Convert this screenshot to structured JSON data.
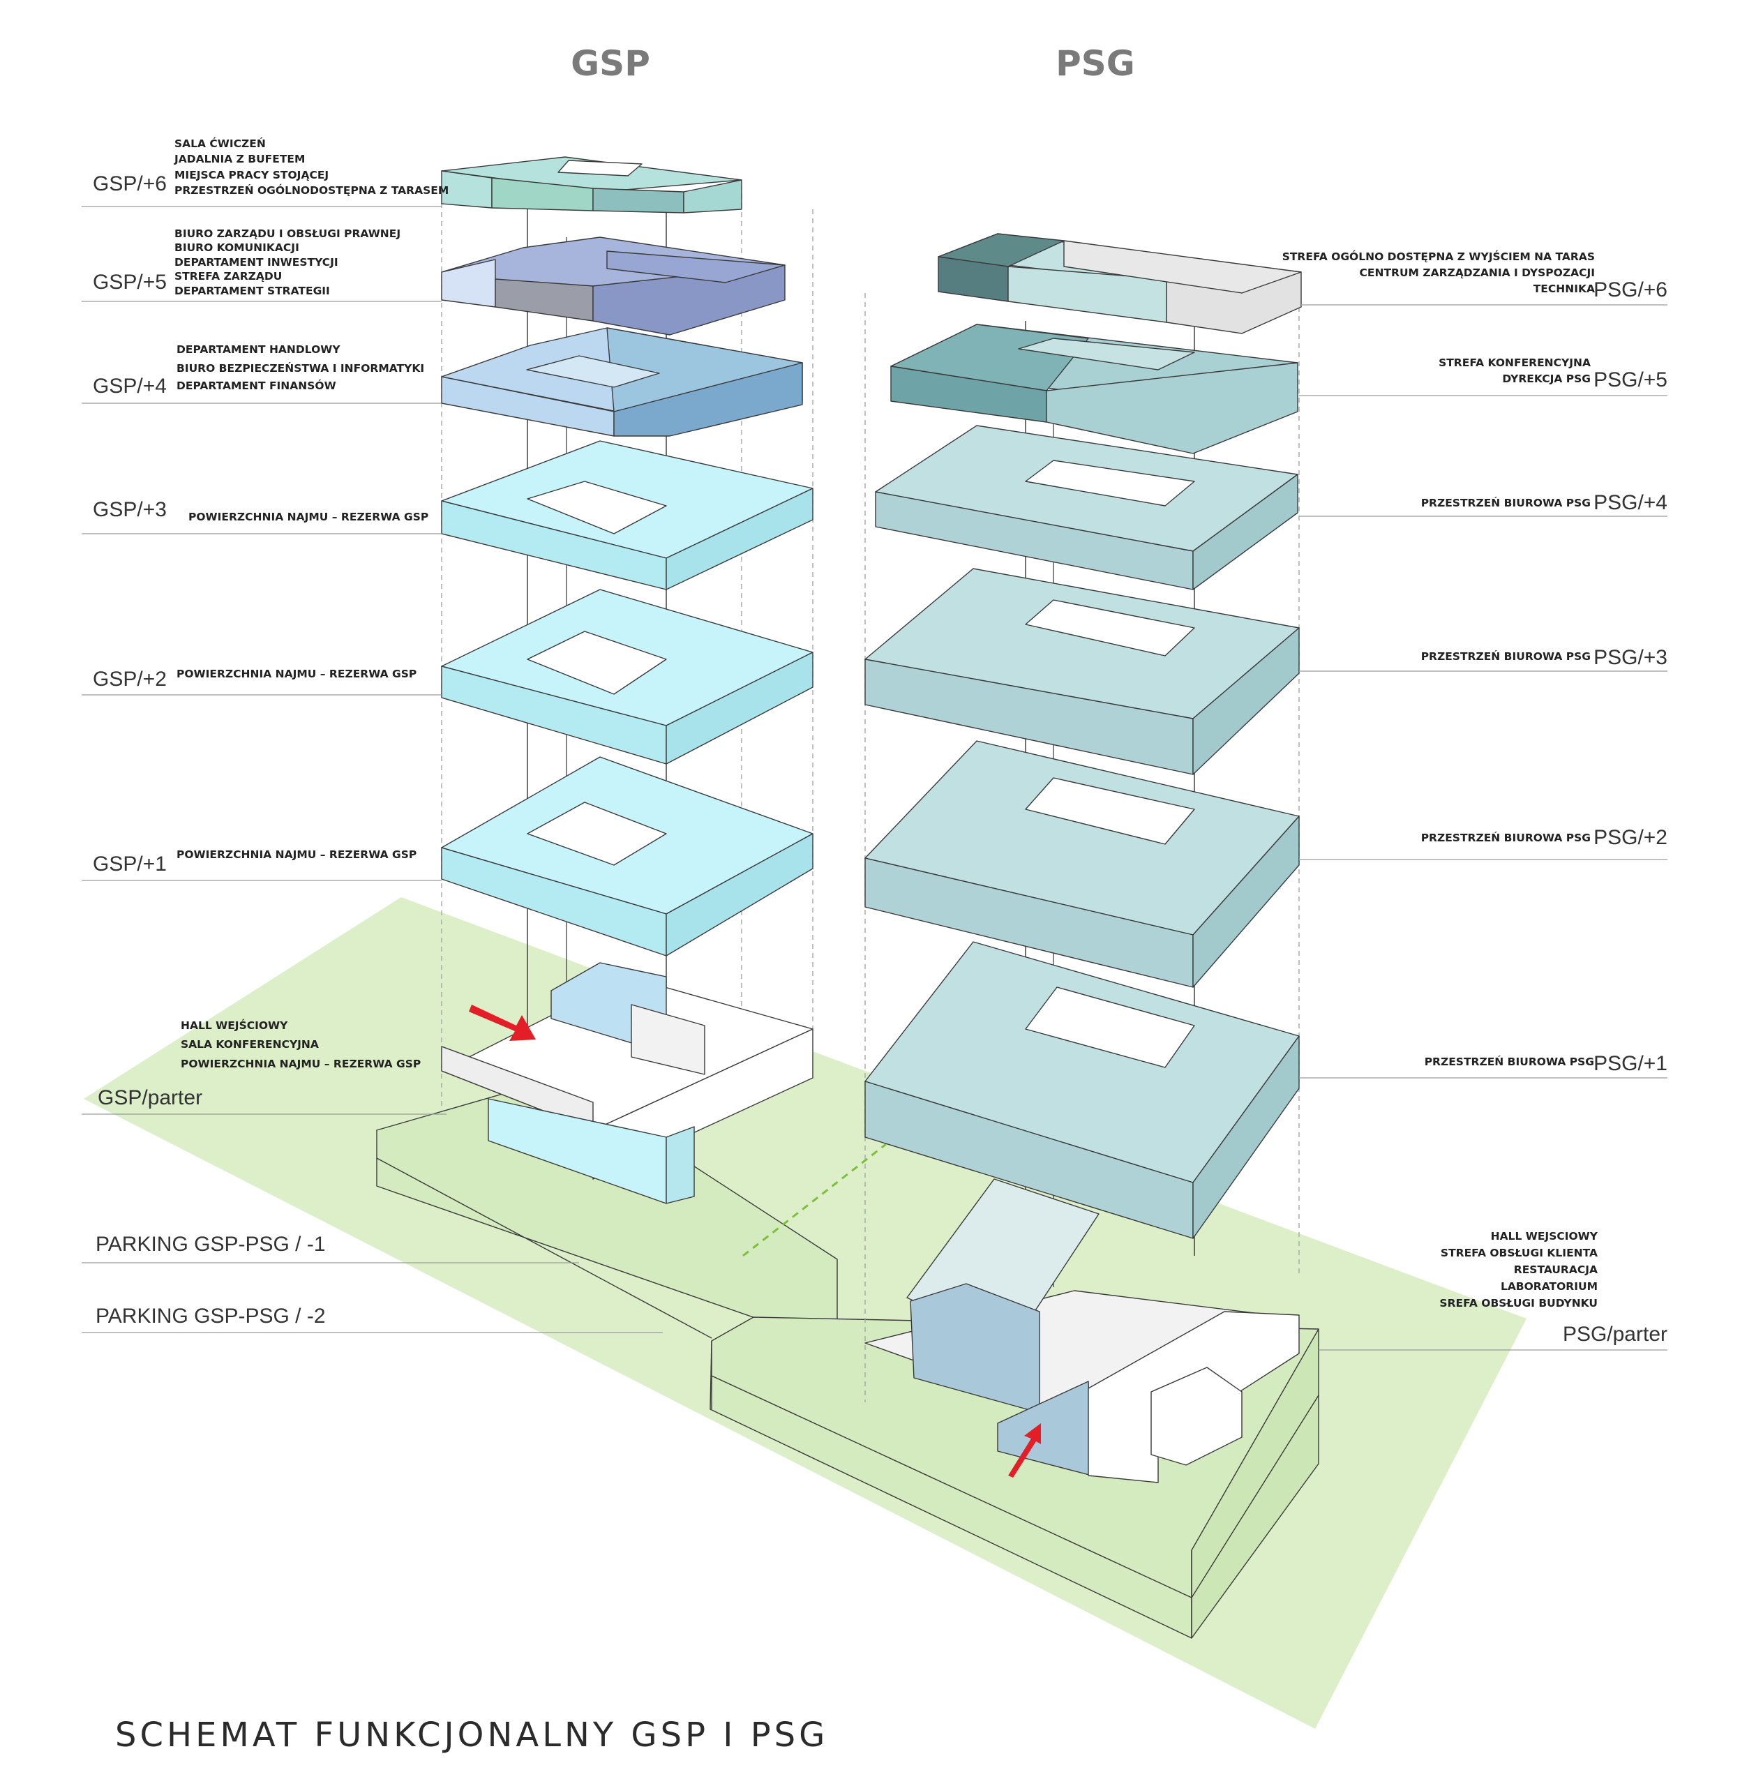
{
  "headers": {
    "gsp": "GSP",
    "psg": "PSG"
  },
  "title": "SCHEMAT FUNKCJONALNY GSP I PSG",
  "gsp_levels": [
    {
      "label": "GSP/+6",
      "lines": [
        "SALA ĆWICZEŃ",
        "JADALNIA Z BUFETEM",
        "MIEJSCA PRACY STOJĄCEJ",
        "PRZESTRZEŃ OGÓLNODOSTĘPNA Z TARASEM"
      ]
    },
    {
      "label": "GSP/+5",
      "lines": [
        "BIURO ZARZĄDU I OBSŁUGI PRAWNEJ",
        "BIURO KOMUNIKACJI",
        "DEPARTAMENT INWESTYCJI",
        "STREFA ZARZĄDU",
        "DEPARTAMENT STRATEGII"
      ]
    },
    {
      "label": "GSP/+4",
      "lines": [
        "DEPARTAMENT HANDLOWY",
        "BIURO BEZPIECZEŃSTWA I INFORMATYKI",
        "DEPARTAMENT FINANSÓW"
      ]
    },
    {
      "label": "GSP/+3",
      "lines": [
        "POWIERZCHNIA NAJMU – REZERWA GSP"
      ]
    },
    {
      "label": "GSP/+2",
      "lines": [
        "POWIERZCHNIA NAJMU – REZERWA GSP"
      ]
    },
    {
      "label": "GSP/+1",
      "lines": [
        "POWIERZCHNIA NAJMU – REZERWA GSP"
      ]
    },
    {
      "label": "GSP/parter",
      "lines": [
        "HALL WEJŚCIOWY",
        "SALA KONFERENCYJNA",
        "POWIERZCHNIA NAJMU – REZERWA GSP"
      ]
    }
  ],
  "parking_levels": [
    "PARKING GSP-PSG / -1",
    "PARKING GSP-PSG / -2"
  ],
  "psg_levels": [
    {
      "label": "PSG/+6",
      "lines": [
        "STREFA OGÓLNO DOSTĘPNA Z WYJŚCIEM NA TARAS",
        "CENTRUM ZARZĄDZANIA I DYSPOZACJI",
        "TECHNIKA"
      ]
    },
    {
      "label": "PSG/+5",
      "lines": [
        "STREFA KONFERENCYJNA",
        "DYREKCJA PSG"
      ]
    },
    {
      "label": "PSG/+4",
      "lines": [
        "PRZESTRZEŃ BIUROWA PSG"
      ]
    },
    {
      "label": "PSG/+3",
      "lines": [
        "PRZESTRZEŃ BIUROWA PSG"
      ]
    },
    {
      "label": "PSG/+2",
      "lines": [
        "PRZESTRZEŃ BIUROWA PSG"
      ]
    },
    {
      "label": "PSG/+1",
      "lines": [
        "PRZESTRZEŃ BIUROWA PSG"
      ]
    },
    {
      "label": "PSG/parter",
      "lines": [
        "HALL WEJSCIOWY",
        "STREFA OBSŁUGI KLIENTA",
        "RESTAURACJA",
        "LABORATORIUM",
        "SREFA OBSŁUGI BUDYNKU"
      ]
    }
  ],
  "colors": {
    "ground_green": "#dcefc9",
    "gsp_office_floor": "#c6f4fa",
    "psg_office_floor": "#c0e0e2",
    "entrance_arrow": "#e41e26",
    "gsp_plus5": [
      "#d6e2f6",
      "#a7b5dc",
      "#8897c6",
      "#9b9ea8"
    ],
    "gsp_plus4": [
      "#bcd8f0",
      "#9cc6e0",
      "#7ba9cd"
    ],
    "gsp_plus6": [
      "#b6e2de",
      "#9fd6c6",
      "#8cbfbd"
    ],
    "psg_plus6": [
      "#5f8a8a",
      "#c4e2e2",
      "#e2e2e2"
    ],
    "psg_plus5": [
      "#7fb3b5",
      "#a9d0d2"
    ]
  }
}
